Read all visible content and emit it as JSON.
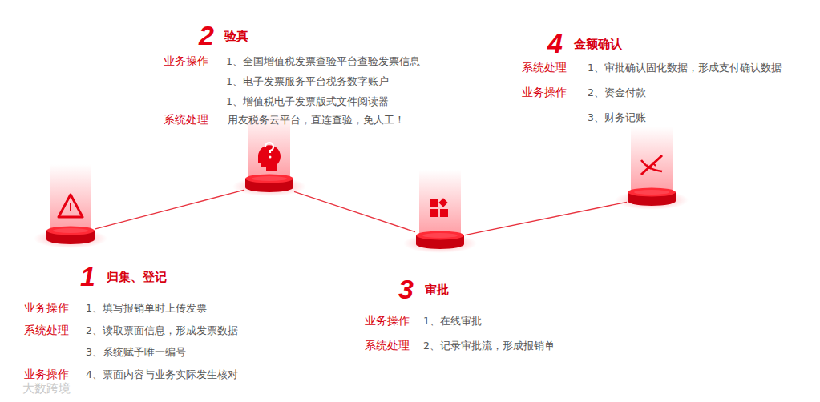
{
  "diagram": {
    "nodes": [
      {
        "text": [
          "1",
          "归集、登记",
          "业务操作",
          "1、填写报销单时上传发票",
          "系统处理",
          "2、读取票面信息，形成发票数据",
          "3、系统赋予唯一编号",
          "业务操作",
          "4、票面内容与业务实际发生核对"
        ]
      },
      {
        "text": [
          "2",
          "验真",
          "业务操作",
          "1、全国增值税发票查验平台查验发票信息",
          "1、电子发票服务平台税务数字账户",
          "1、增值税电子发票版式文件阅读器",
          "系统处理",
          "用友税务云平台，直连查验，免人工！"
        ]
      },
      {
        "text": [
          "3",
          "审批",
          "业务操作",
          "1、在线审批",
          "系统处理",
          "2、记录审批流，形成报销单"
        ]
      },
      {
        "text": [
          "4",
          "金额确认",
          "系统处理",
          "1、审批确认固化数据，形成支付确认数据",
          "业务操作",
          "2、资金付款",
          "3、财务记账"
        ]
      }
    ],
    "edges": [
      {
        "from": 0,
        "to": 1,
        "arrow": "none"
      },
      {
        "from": 1,
        "to": 2,
        "arrow": "none"
      },
      {
        "from": 2,
        "to": 3,
        "arrow": "none"
      }
    ],
    "labels": [
      "大数跨境"
    ]
  }
}
